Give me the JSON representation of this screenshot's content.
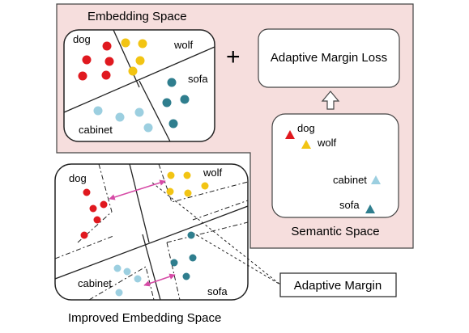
{
  "labels": {
    "embedding_space": "Embedding Space",
    "improved_embedding_space": "Improved Embedding Space",
    "semantic_space": "Semantic Space",
    "adaptive_margin_loss": "Adaptive Margin Loss",
    "adaptive_margin": "Adaptive Margin",
    "plus": "+"
  },
  "classes": {
    "dog": "dog",
    "wolf": "wolf",
    "sofa": "sofa",
    "cabinet": "cabinet"
  },
  "colors": {
    "dog": "#e0191f",
    "wolf": "#f2c413",
    "sofa": "#2f7e8e",
    "cabinet": "#9ccfe0",
    "background_panel": "#f6dedd",
    "margin_arrow": "#d64aa6"
  }
}
